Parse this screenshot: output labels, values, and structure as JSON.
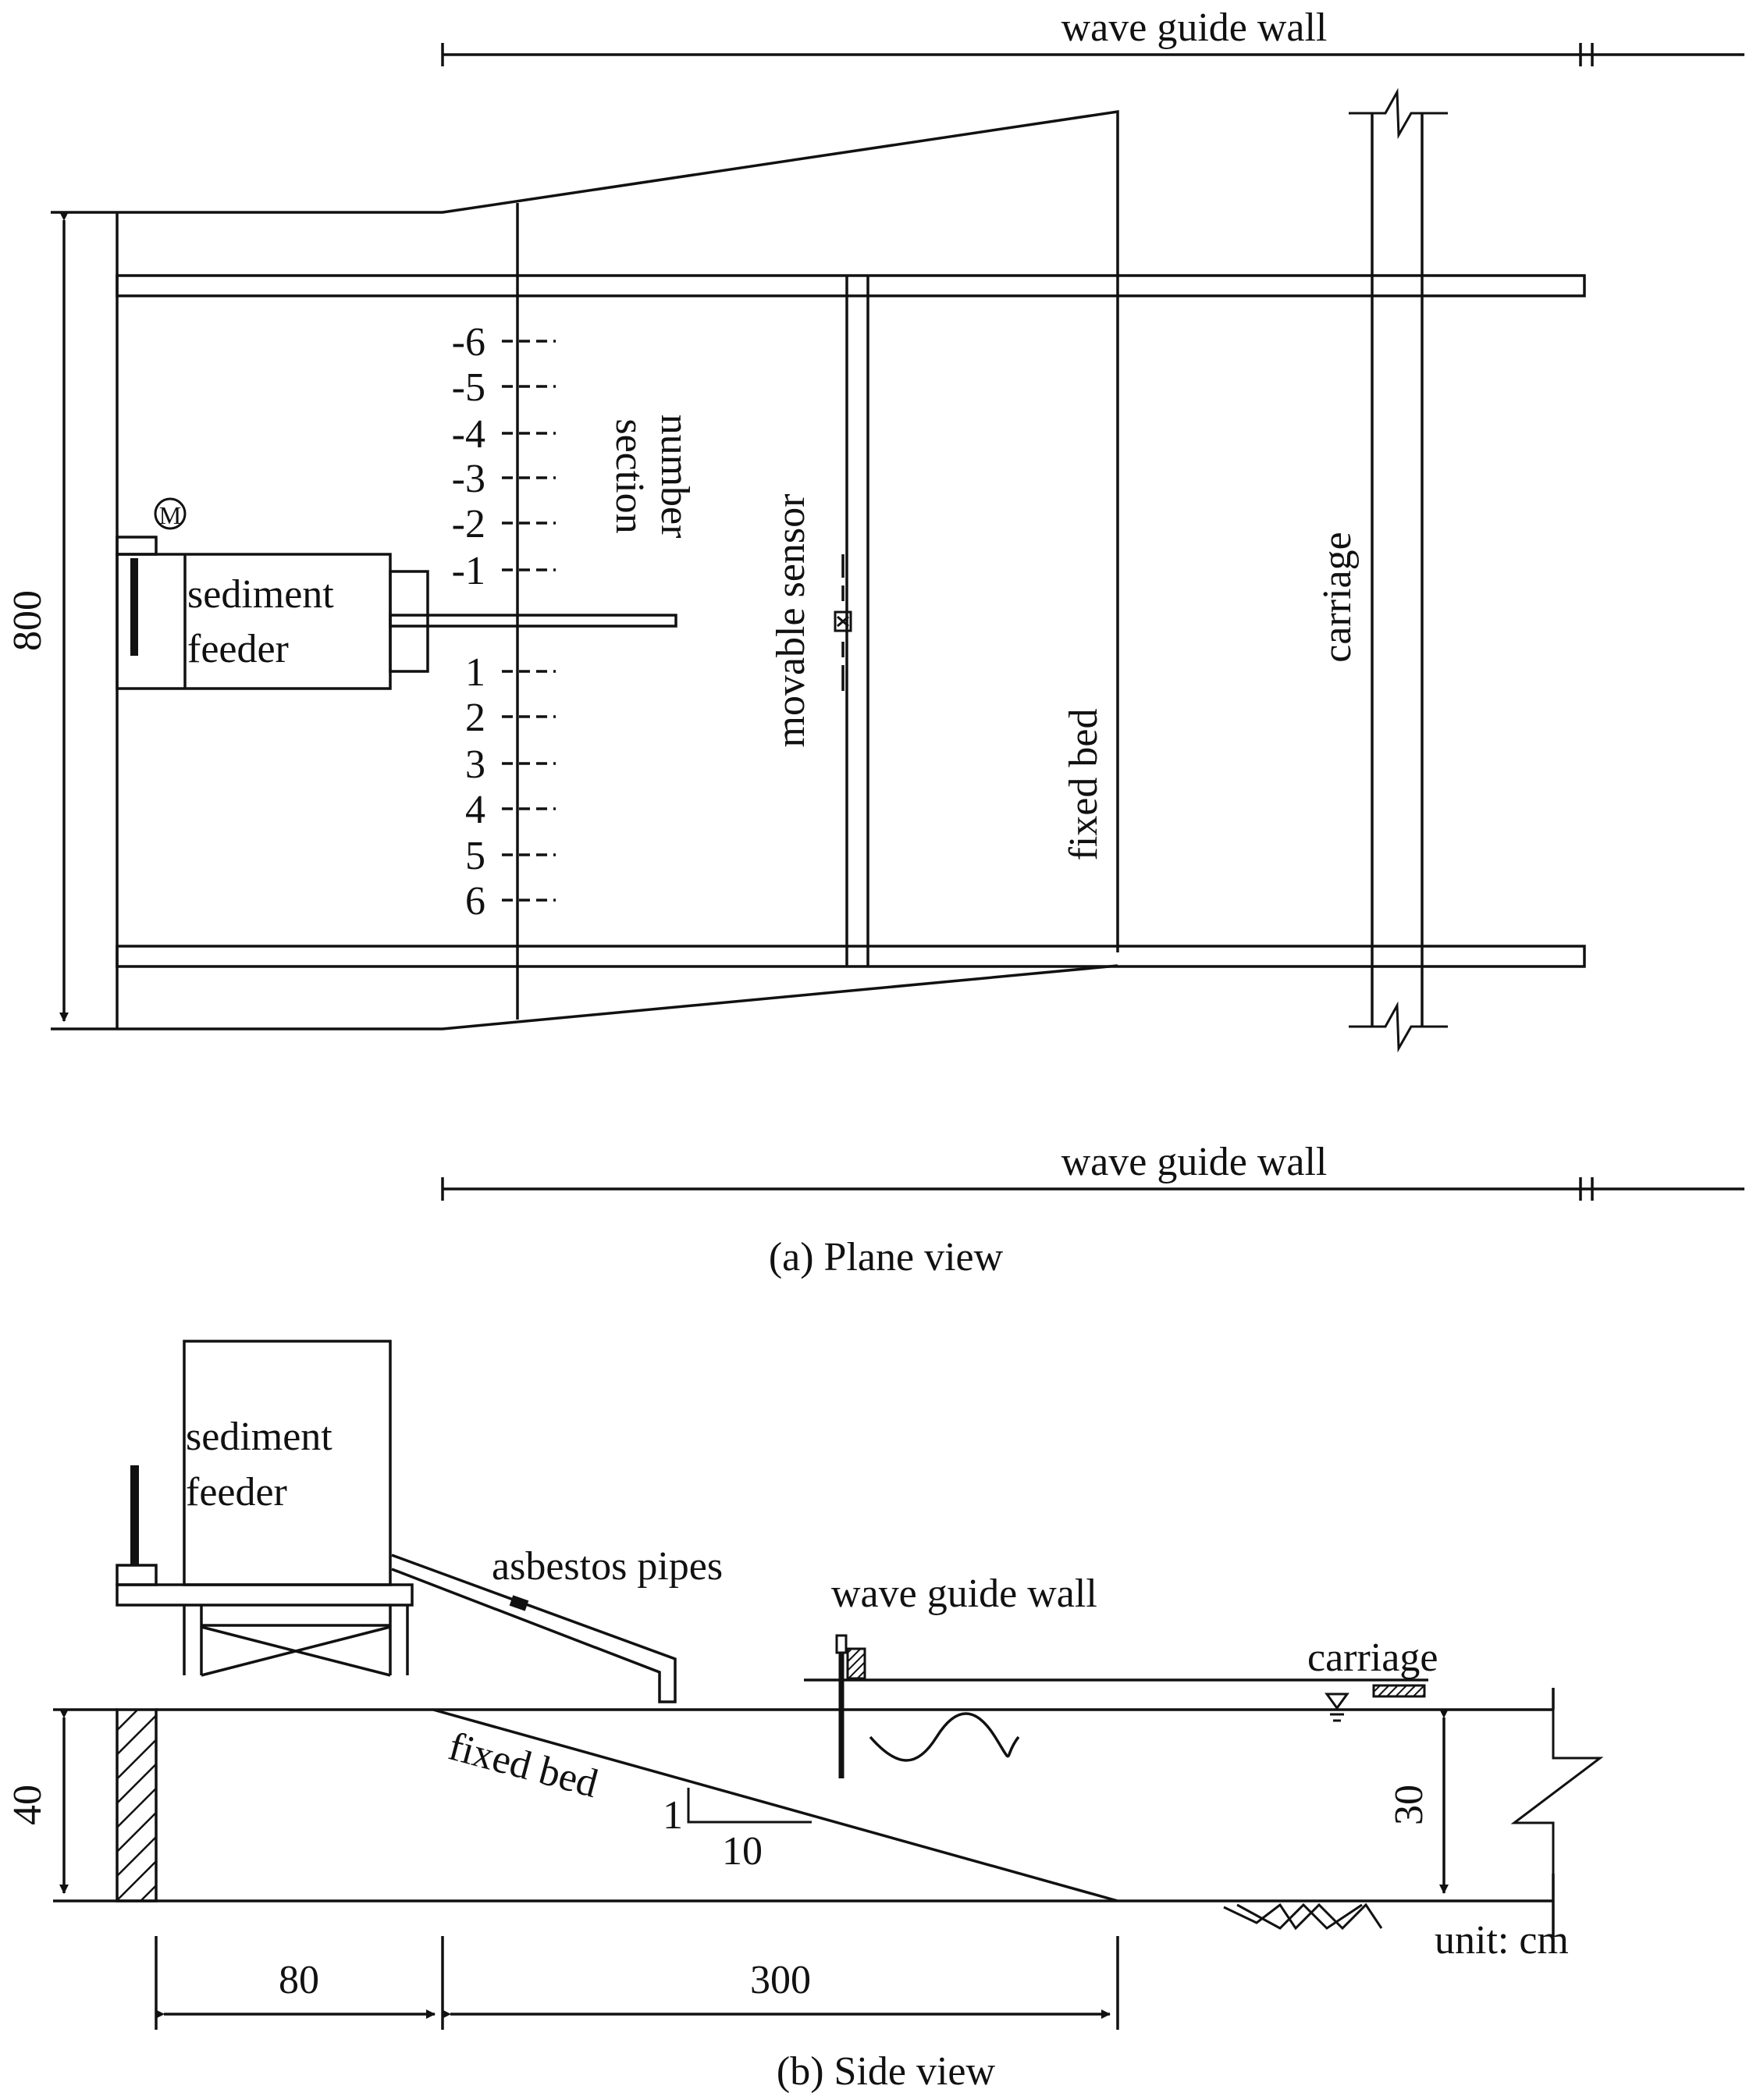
{
  "plane_view": {
    "caption": "(a) Plane view",
    "wave_guide_wall_top": "wave guide wall",
    "wave_guide_wall_bottom": "wave guide wall",
    "dim_800": "800",
    "motor_label": "M",
    "sediment_feeder_line1": "sediment",
    "sediment_feeder_line2": "feeder",
    "section_number_line1": "section",
    "section_number_line2": "number",
    "section_numbers_upstream": [
      "-6",
      "-5",
      "-4",
      "-3",
      "-2",
      "-1"
    ],
    "section_numbers_downstream": [
      "1",
      "2",
      "3",
      "4",
      "5",
      "6"
    ],
    "movable_sensor": "movable sensor",
    "fixed_bed": "fixed bed",
    "carriage": "carriage"
  },
  "side_view": {
    "caption": "(b) Side view",
    "sediment_feeder_line1": "sediment",
    "sediment_feeder_line2": "feeder",
    "asbestos_pipes": "asbestos pipes",
    "wave_guide_wall": "wave guide wall",
    "carriage": "carriage",
    "fixed_bed": "fixed bed",
    "slope_rise": "1",
    "slope_run": "10",
    "dim_40": "40",
    "dim_30": "30",
    "dim_80": "80",
    "dim_300": "300",
    "unit": "unit: cm"
  }
}
